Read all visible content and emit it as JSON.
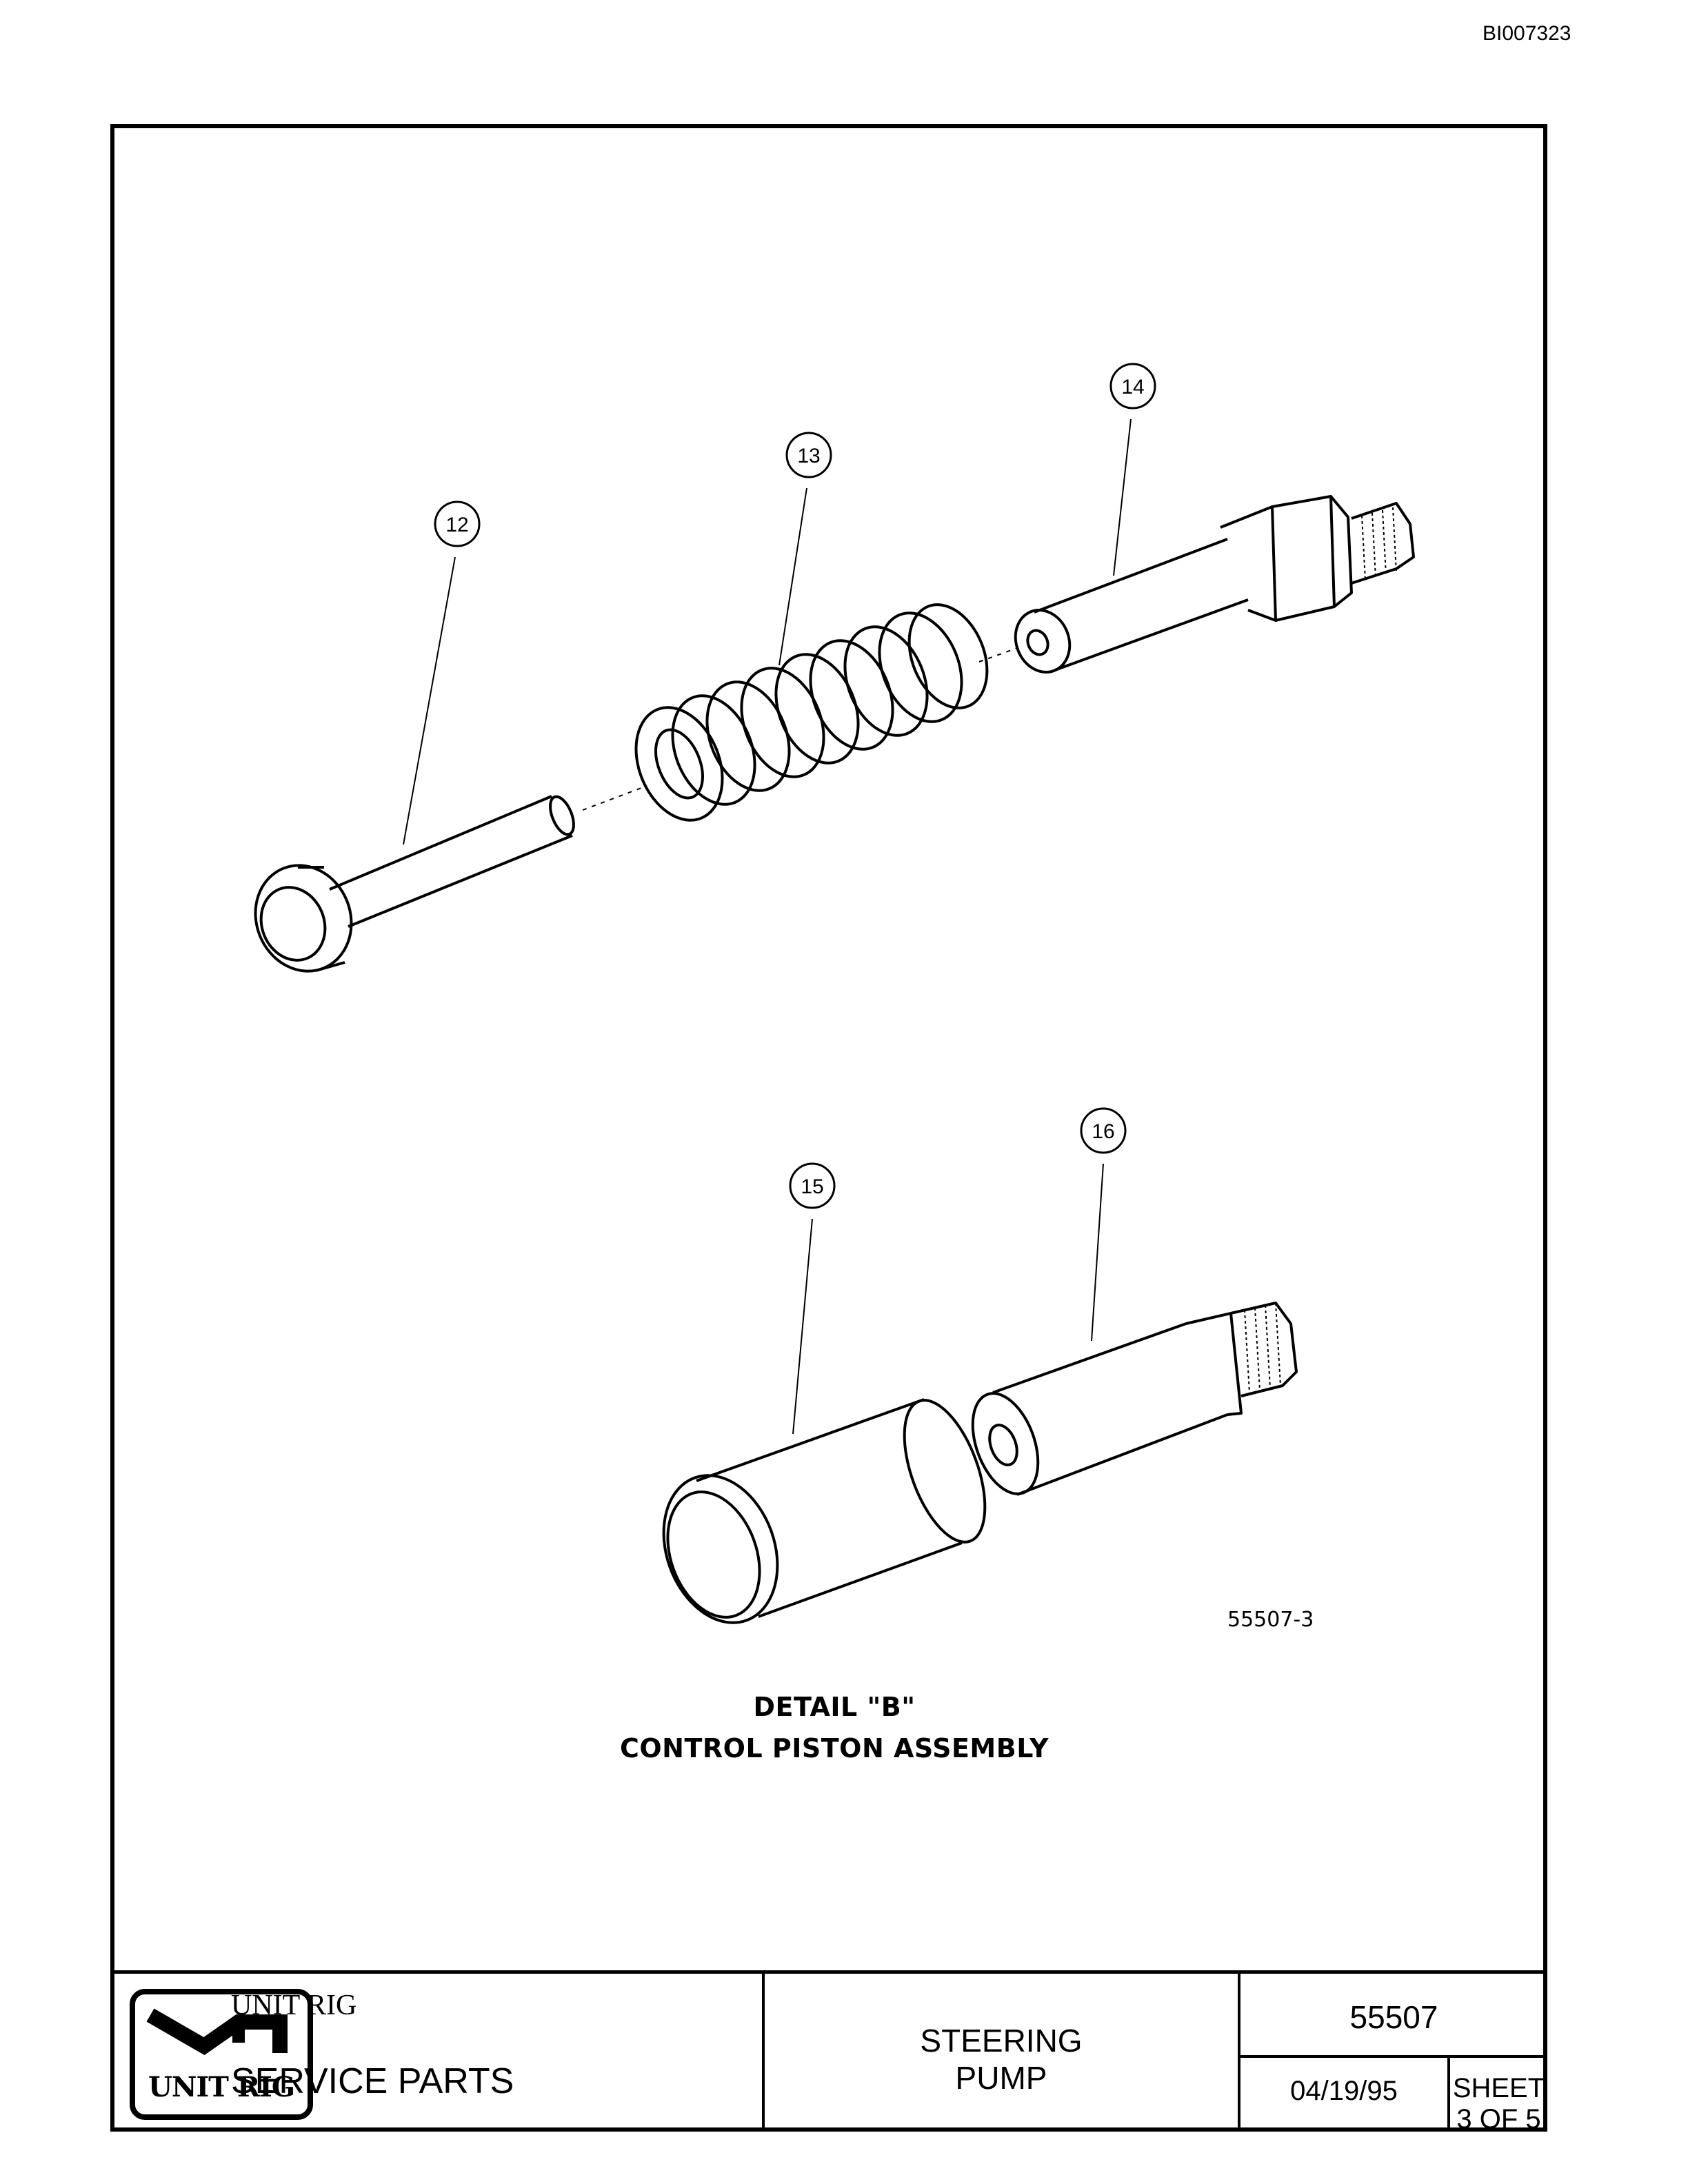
{
  "document": {
    "doc_id": "BI007323"
  },
  "callouts": {
    "c12": "12",
    "c13": "13",
    "c14": "14",
    "c15": "15",
    "c16": "16"
  },
  "figure": {
    "number": "55507-3",
    "caption_line1": "DETAIL \"B\"",
    "caption_line2": "CONTROL PISTON ASSEMBLY"
  },
  "title_block": {
    "logo_text": "UNIT RIG",
    "company": "UNIT RIG",
    "service": "SERVICE PARTS",
    "title_line1": "STEERING",
    "title_line2": "PUMP",
    "part_number": "55507",
    "date": "04/19/95",
    "sheet": "SHEET 3 OF 5"
  }
}
